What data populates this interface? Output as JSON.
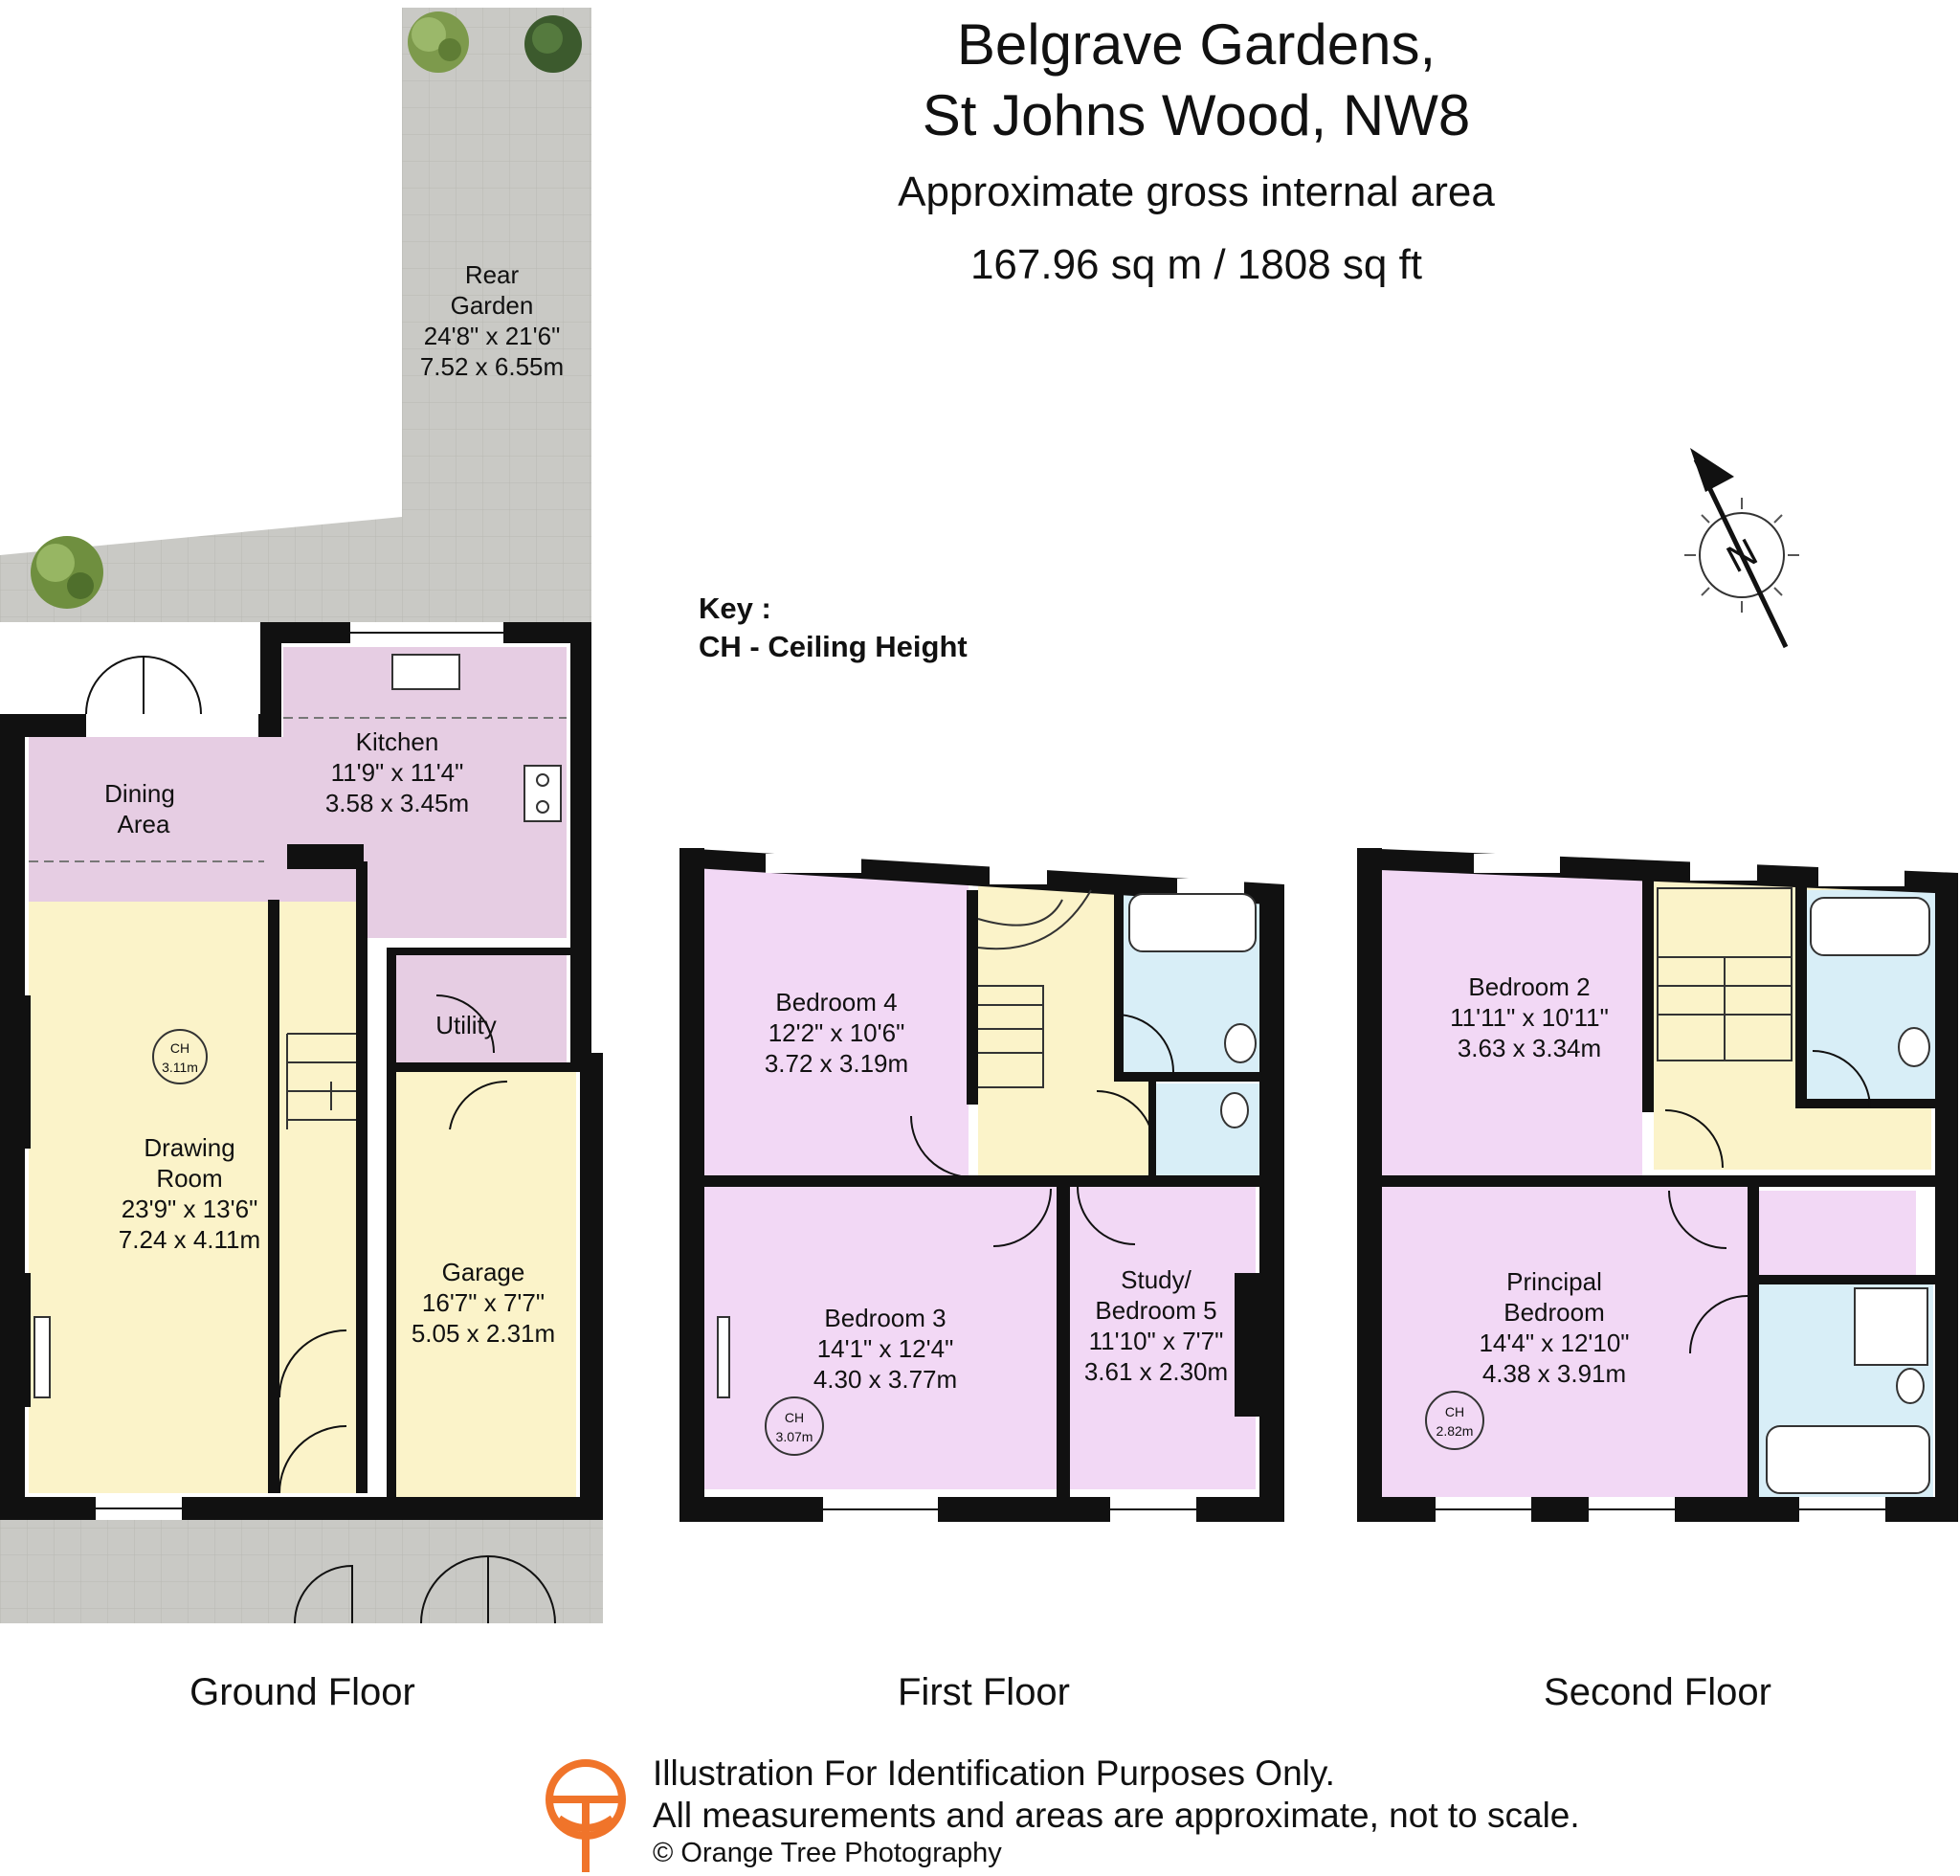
{
  "header": {
    "address_line1": "Belgrave Gardens,",
    "address_line2": "St Johns Wood, NW8",
    "area_label": "Approximate gross internal area",
    "area_value": "167.96 sq m / 1808 sq ft"
  },
  "key": {
    "title": "Key :",
    "entry": "CH - Ceiling Height"
  },
  "compass": {
    "letter": "N"
  },
  "colors": {
    "wall": "#111111",
    "garden": "#c8c8c4",
    "reception": "#fbf3c9",
    "kitchen": "#e6cde3",
    "bedroom": "#f2d8f5",
    "bathroom": "#d8eef7"
  },
  "ground_floor": {
    "label": "Ground Floor",
    "rooms": {
      "rear_garden": {
        "name1": "Rear",
        "name2": "Garden",
        "imperial": "24'8\" x 21'6\"",
        "metric": "7.52 x 6.55m"
      },
      "kitchen": {
        "name": "Kitchen",
        "imperial": "11'9\" x 11'4\"",
        "metric": "3.58 x 3.45m"
      },
      "dining": {
        "name1": "Dining",
        "name2": "Area"
      },
      "utility": {
        "name": "Utility"
      },
      "drawing": {
        "name1": "Drawing",
        "name2": "Room",
        "imperial": "23'9\" x 13'6\"",
        "metric": "7.24 x 4.11m"
      },
      "garage": {
        "name": "Garage",
        "imperial": "16'7\" x 7'7\"",
        "metric": "5.05 x 2.31m"
      }
    },
    "ceiling": {
      "label": "CH",
      "value": "3.11m"
    }
  },
  "first_floor": {
    "label": "First Floor",
    "rooms": {
      "bedroom4": {
        "name": "Bedroom 4",
        "imperial": "12'2\" x 10'6\"",
        "metric": "3.72 x 3.19m"
      },
      "bedroom3": {
        "name": "Bedroom 3",
        "imperial": "14'1\" x 12'4\"",
        "metric": "4.30 x 3.77m"
      },
      "study": {
        "name1": "Study/",
        "name2": "Bedroom 5",
        "imperial": "11'10\" x 7'7\"",
        "metric": "3.61 x 2.30m"
      }
    },
    "ceiling": {
      "label": "CH",
      "value": "3.07m"
    }
  },
  "second_floor": {
    "label": "Second Floor",
    "rooms": {
      "bedroom2": {
        "name": "Bedroom 2",
        "imperial": "11'11\" x 10'11\"",
        "metric": "3.63 x 3.34m"
      },
      "principal": {
        "name1": "Principal",
        "name2": "Bedroom",
        "imperial": "14'4\" x 12'10\"",
        "metric": "4.38 x 3.91m"
      }
    },
    "ceiling": {
      "label": "CH",
      "value": "2.82m"
    }
  },
  "footer": {
    "line1": "Illustration For Identification Purposes Only.",
    "line2": "All measurements and areas are approximate, not to scale.",
    "line3": "© Orange Tree Photography"
  }
}
